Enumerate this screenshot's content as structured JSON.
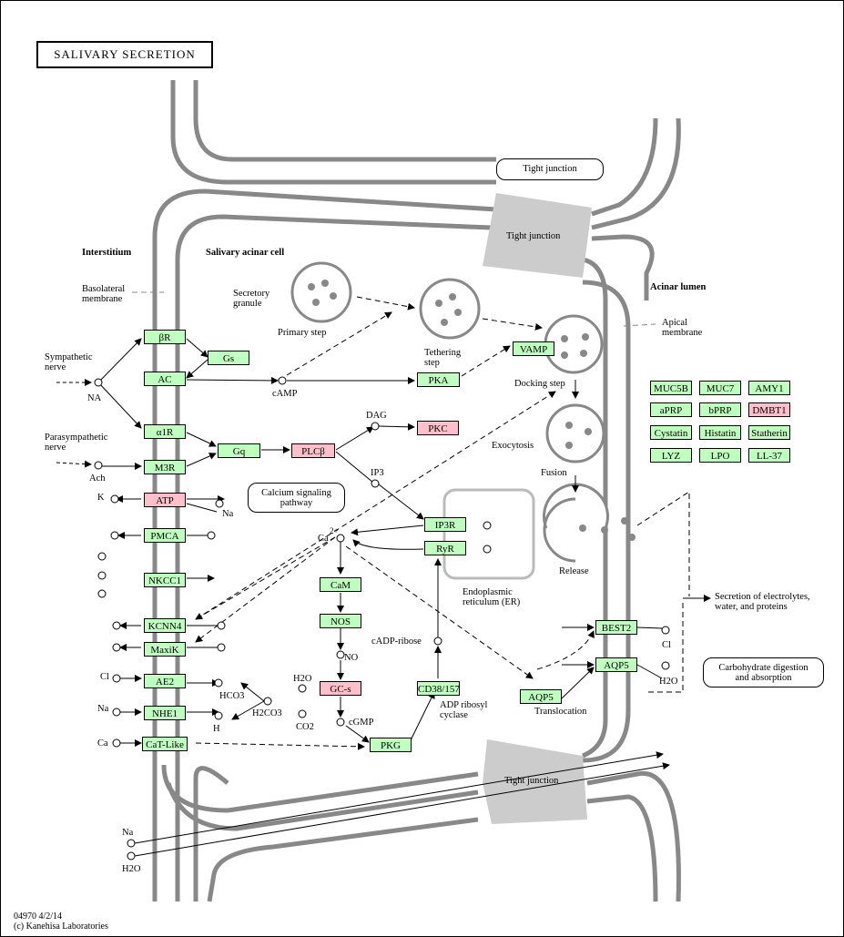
{
  "title": "SALIVARY SECRETION",
  "regions": {
    "interstitium": "Interstitium",
    "acinar_cell": "Salivary acinar cell",
    "acinar_lumen": "Acinar lumen",
    "basolateral": "Basolateral\nmembrane",
    "apical": "Apical\nmembrane",
    "er": "Endoplasmic\nreticulum (ER)"
  },
  "tight_junction": {
    "top_label": "Tight junction",
    "box1": "Tight junction",
    "box2": "Tight junction"
  },
  "genes": {
    "bR": "βR",
    "Gs": "Gs",
    "AC": "AC",
    "a1R": "α1R",
    "Gq": "Gq",
    "M3R": "M3R",
    "PLCb": "PLCβ",
    "PKC": "PKC",
    "PKA": "PKA",
    "VAMP": "VAMP",
    "ATP": "ATP",
    "PMCA": "PMCA",
    "NKCC1": "NKCC1",
    "KCNN4": "KCNN4",
    "MaxiK": "MaxiK",
    "AE2": "AE2",
    "NHE1": "NHE1",
    "CaTLike": "CaT-Like",
    "IP3R": "IP3R",
    "RyR": "RyR",
    "CaM": "CaM",
    "NOS": "NOS",
    "GCs": "GC-s",
    "PKG": "PKG",
    "CD38": "CD38/157",
    "BEST2": "BEST2",
    "AQP5a": "AQP5",
    "AQP5b": "AQP5",
    "MUC5B": "MUC5B",
    "MUC7": "MUC7",
    "AMY1": "AMY1",
    "aPRP": "aPRP",
    "bPRP": "bPRP",
    "DMBT1": "DMBT1",
    "Cystatin": "Cystatin",
    "Histatin": "Histatin",
    "Statherin": "Statherin",
    "LYZ": "LYZ",
    "LPO": "LPO",
    "LL37": "LL-37"
  },
  "labels": {
    "symp": "Sympathetic\nnerve",
    "na": "NA",
    "para": "Parasympathetic\nnerve",
    "ach": "Ach",
    "camp": "cAMP",
    "dag": "DAG",
    "ip3": "IP3",
    "ca": "Ca",
    "ca2": "2+",
    "secretory": "Secretory\ngranule",
    "primary": "Primary step",
    "tethering": "Tethering\nstep",
    "docking": "Docking step",
    "exocytosis": "Exocytosis",
    "fusion": "Fusion",
    "release": "Release",
    "calcium_path": "Calcium signaling\npathway",
    "carb": "Carbohydrate digestion\nand absorption",
    "secretion": "Secretion of electrolytes,\nwater, and proteins",
    "k": "K",
    "kplus": "+",
    "na_ion": "Na",
    "cl": "Cl",
    "clminus": "-",
    "hco3": "HCO3",
    "h": "H",
    "h2co3": "H2CO3",
    "h2o": "H2O",
    "co2": "CO2",
    "no": "NO",
    "cgmp": "cGMP",
    "cadpr": "cADP-ribose",
    "adp_cyclase": "ADP ribosyl\ncyclase",
    "translocation": "Translocation",
    "cl_out": "Cl",
    "h2o_out": "H2O",
    "na_bottom": "Na",
    "h2o_bottom": "H2O"
  },
  "footer": {
    "id": "04970 4/2/14",
    "copyright": "(c) Kanehisa Laboratories"
  }
}
